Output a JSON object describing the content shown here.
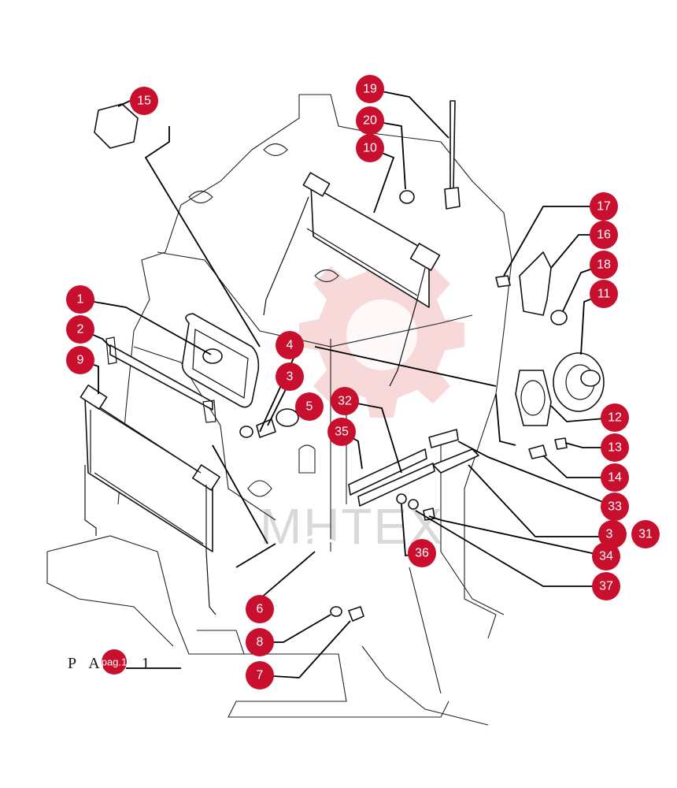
{
  "watermark": {
    "text": "МНТЕХ",
    "gear_color": "#f3c9c9"
  },
  "callout_color": "#c8102e",
  "page_ref": {
    "prefix": "P A",
    "badge": "pag.1",
    "suffix": "1"
  },
  "callouts": [
    "1",
    "2",
    "3",
    "4",
    "5",
    "6",
    "7",
    "8",
    "9",
    "10",
    "11",
    "12",
    "13",
    "14",
    "15",
    "16",
    "17",
    "18",
    "19",
    "20",
    "31",
    "32",
    "33",
    "34",
    "35",
    "36",
    "37",
    "3"
  ]
}
